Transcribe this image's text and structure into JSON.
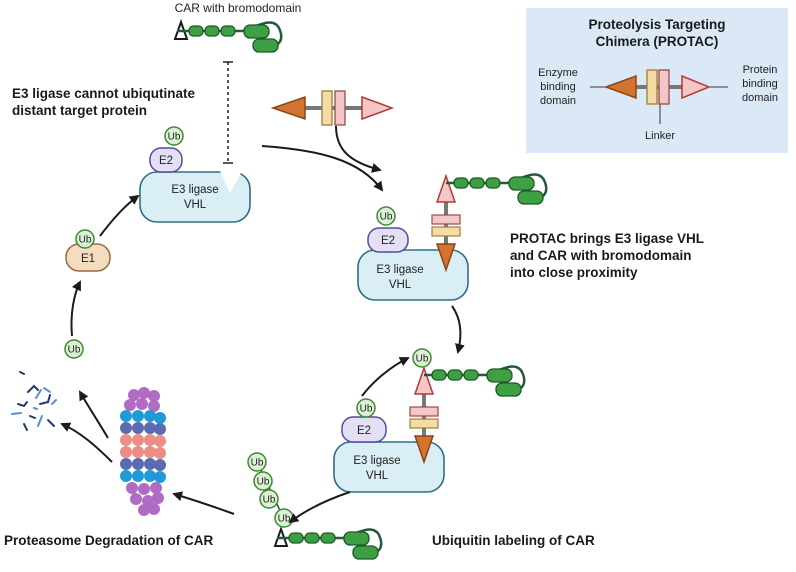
{
  "labels": {
    "car_with_bromodomain": "CAR with bromodomain",
    "no_ubiquitination": [
      "E3 ligase cannot ubiqutinate",
      "distant target protein"
    ],
    "protac_brings": [
      "PROTAC brings E3 ligase VHL",
      "and CAR with bromodomain",
      "into close proximity"
    ],
    "ubiquitin_labeling": "Ubiquitin labeling of CAR",
    "proteasome_degradation": "Proteasome Degradation of CAR"
  },
  "enzymes": {
    "e3_line1": "E3 ligase",
    "e3_line2": "VHL",
    "e2": "E2",
    "e1": "E1",
    "ub": "Ub"
  },
  "legend": {
    "title_line1": "Proteolysis Targeting",
    "title_line2": "Chimera (PROTAC)",
    "enzyme_line1": "Enzyme",
    "enzyme_line2": "binding",
    "enzyme_line3": "domain",
    "protein_line1": "Protein",
    "protein_line2": "binding",
    "protein_line3": "domain",
    "linker": "Linker"
  },
  "colors": {
    "legend_bg": "#dbe9f7",
    "e3_fill": "#d9eef5",
    "e3_stroke": "#2f6f86",
    "e2_fill": "#e3e0f6",
    "e2_stroke": "#544b9c",
    "e1_fill": "#f4dcc0",
    "e1_stroke": "#9a6a3e",
    "ub_fill": "#dcf0d6",
    "ub_stroke": "#3d8a33",
    "green_domain": "#3e9f45",
    "green_stroke": "#1c5a24",
    "chain": "#245a3c",
    "enzyme_triangle": "#d3732f",
    "protein_triangle": "#f6c6c6",
    "protein_triangle_stroke": "#b33a3a",
    "linker_yellow": "#f4dca4",
    "linker_pink": "#f3c7c7",
    "linker_stroke": "#9c7e3c"
  }
}
